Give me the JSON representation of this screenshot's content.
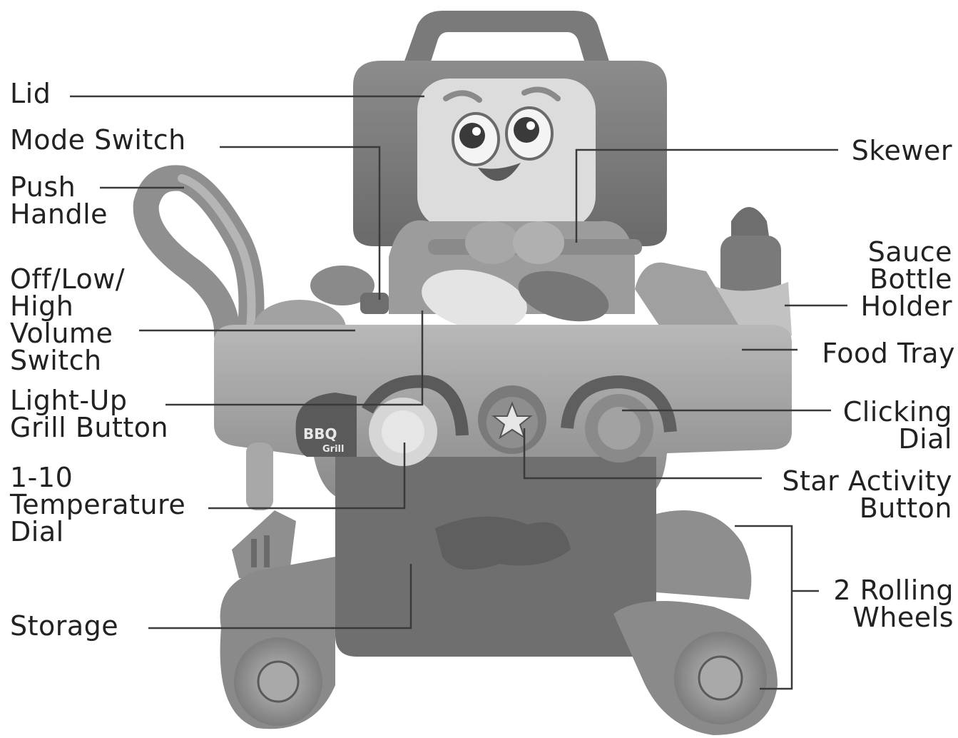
{
  "labels": {
    "lid": [
      "Lid"
    ],
    "mode_switch": [
      "Mode Switch"
    ],
    "push_handle": [
      "Push",
      "Handle"
    ],
    "volume_switch": [
      "Off/Low/",
      "High",
      "Volume",
      "Switch"
    ],
    "light_up_grill_button": [
      "Light-Up",
      "Grill Button"
    ],
    "temperature_dial": [
      "1-10",
      "Temperature",
      "Dial"
    ],
    "storage": [
      "Storage"
    ],
    "skewer": [
      "Skewer"
    ],
    "sauce_bottle_holder": [
      "Sauce",
      "Bottle",
      "Holder"
    ],
    "food_tray": [
      "Food Tray"
    ],
    "clicking_dial": [
      "Clicking",
      "Dial"
    ],
    "star_activity_button": [
      "Star Activity",
      "Button"
    ],
    "rolling_wheels": [
      "2 Rolling",
      "Wheels"
    ]
  },
  "toy_badge": [
    "BBQ",
    "Grill"
  ],
  "colors": {
    "line": "#3a3a3a",
    "toy_dark": "#6e6e6e",
    "toy_mid": "#9a9a9a",
    "toy_light": "#c9c9c9",
    "toy_face": "#e2e2e2"
  }
}
